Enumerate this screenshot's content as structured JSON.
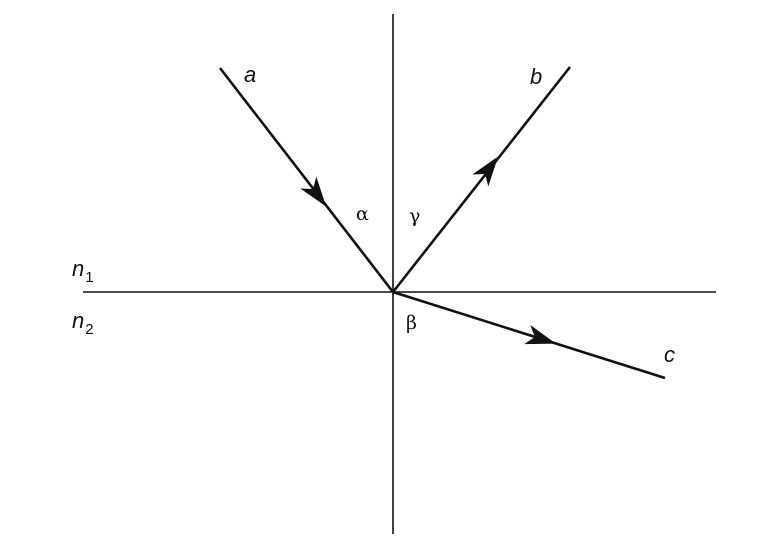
{
  "labels": {
    "ray_incident": "a",
    "ray_reflected": "b",
    "ray_refracted": "c",
    "angle_incidence": "α",
    "angle_reflection": "γ",
    "angle_refraction": "β",
    "medium_top": {
      "symbol": "n",
      "subscript": "1"
    },
    "medium_bottom": {
      "symbol": "n",
      "subscript": "2"
    }
  },
  "colors": {
    "stroke": "#111111",
    "background": "#ffffff"
  }
}
